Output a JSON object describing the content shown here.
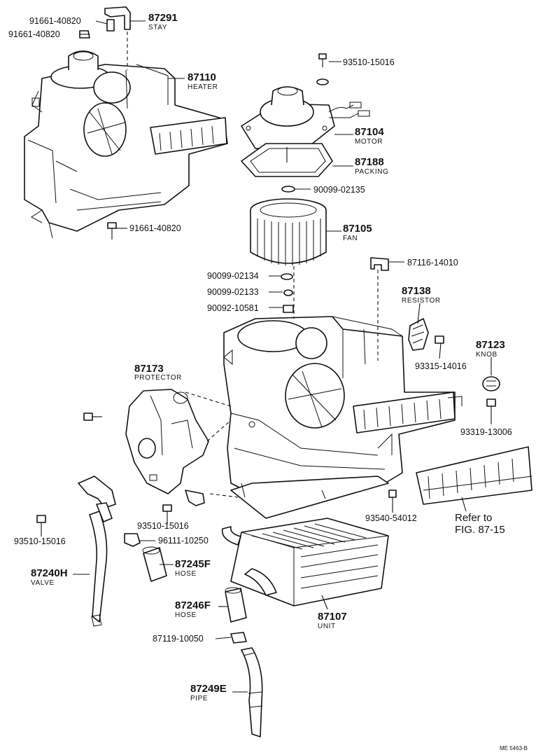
{
  "labels": {
    "p87291": "87291",
    "stay": "STAY",
    "p91661a": "91661-40820",
    "p91661b": "91661-40820",
    "p91661c": "91661-40820",
    "p87110": "87110",
    "heater": "HEATER",
    "p93510a": "93510-15016",
    "p87104": "87104",
    "motor": "MOTOR",
    "p87188": "87188",
    "packing": "PACKING",
    "p90099a": "90099-02135",
    "p87105": "87105",
    "fan": "FAN",
    "p87116": "87116-14010",
    "p90099b": "90099-02134",
    "p90099c": "90099-02133",
    "p90092": "90092-10581",
    "p87138": "87138",
    "resistor": "RESISTOR",
    "p87123": "87123",
    "knob": "KNOB",
    "p93315": "93315-14016",
    "p87173": "87173",
    "protector": "PROTECTOR",
    "p93319": "93319-13006",
    "p93540": "93540-54012",
    "refer1": "Refer to",
    "refer2": "FIG. 87-15",
    "p93510b": "93510-15016",
    "p93510c": "93510-15016",
    "p96111": "96111-10250",
    "p87240": "87240H",
    "valve": "VALVE",
    "p87245": "87245F",
    "hose1": "HOSE",
    "p87246": "87246F",
    "hose2": "HOSE",
    "p87107": "87107",
    "unit": "UNIT",
    "p87119": "87119-10050",
    "p87249": "87249E",
    "pipe": "PIPE",
    "ref": "ME 5463-B"
  }
}
